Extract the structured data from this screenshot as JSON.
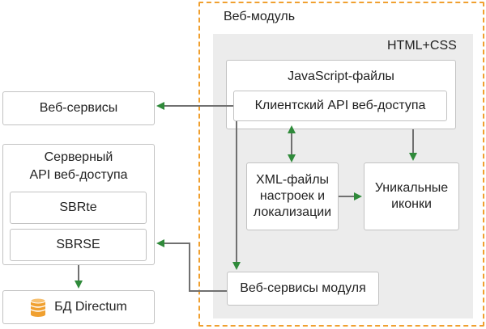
{
  "web_module": {
    "title": "Веб-модуль",
    "html_css": "HTML+CSS"
  },
  "js_files": "JavaScript-файлы",
  "client_api": "Клиентский API веб-доступа",
  "xml_files": [
    "XML-файлы",
    "настроек и",
    "локализации"
  ],
  "unique_icons": [
    "Уникальные",
    "иконки"
  ],
  "module_services": "Веб-сервисы модуля",
  "web_services": "Веб-сервисы",
  "server_api": {
    "lines": [
      "Серверный",
      "API веб-доступа"
    ],
    "sbrte": "SBRte",
    "sbrse": "SBRSE"
  },
  "database": {
    "label": "БД Directum",
    "icon": "database-icon"
  },
  "colors": {
    "arrow": "#2f8a3a",
    "frame": "#f0a030",
    "module_bg": "#ececec",
    "wire": "#707070"
  }
}
